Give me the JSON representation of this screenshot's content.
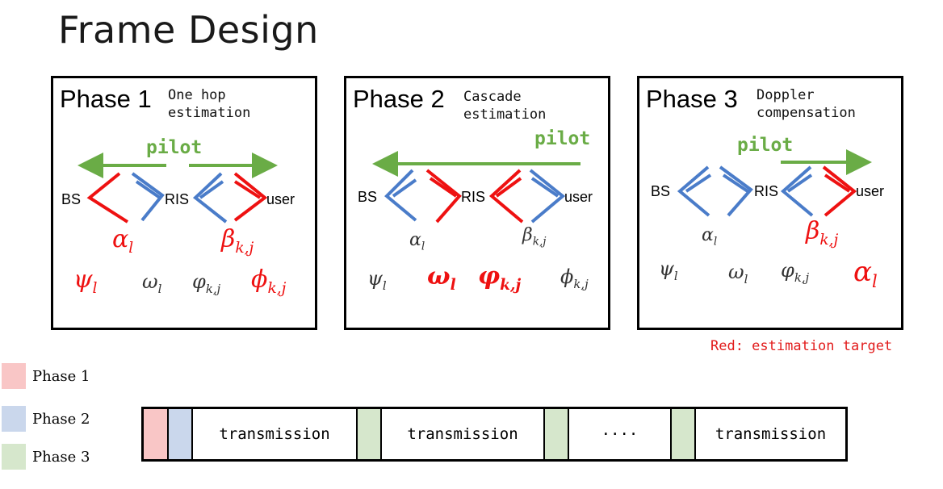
{
  "title": "Frame Design",
  "pilot_label": "pilot",
  "nodes": {
    "bs": "BS",
    "ris": "RIS",
    "user": "user"
  },
  "phases": [
    {
      "title": "Phase 1",
      "subtitle": "One hop\nestimation",
      "sym_top_left": "α",
      "sym_top_left_sub": "l",
      "sym_top_right": "β",
      "sym_top_right_sub": "k,j",
      "psi": "ψ",
      "psi_sub": "l",
      "omega": "ω",
      "omega_sub": "l",
      "varphi": "φ",
      "varphi_sub": "k,j",
      "phi": "ϕ",
      "phi_sub": "k,j",
      "last": "ϕ",
      "last_sub": "k,j"
    },
    {
      "title": "Phase 2",
      "subtitle": "Cascade\nestimation",
      "sym_top_left": "α",
      "sym_top_left_sub": "l",
      "sym_top_right": "β",
      "sym_top_right_sub": "k,j",
      "psi": "ψ",
      "psi_sub": "l",
      "omega": "ω",
      "omega_sub": "l",
      "varphi": "φ",
      "varphi_sub": "k,j",
      "last": "ϕ",
      "last_sub": "k,j"
    },
    {
      "title": "Phase 3",
      "subtitle": "Doppler\ncompensation",
      "sym_top_left": "α",
      "sym_top_left_sub": "l",
      "sym_top_right": "β",
      "sym_top_right_sub": "k,j",
      "psi": "ψ",
      "psi_sub": "l",
      "omega": "ω",
      "omega_sub": "l",
      "varphi": "φ",
      "varphi_sub": "k,j",
      "last": "α",
      "last_sub": "l"
    }
  ],
  "note": "Red: estimation target",
  "legend": [
    {
      "label": "Phase 1",
      "color": "#f9c6c6"
    },
    {
      "label": "Phase 2",
      "color": "#cad7ec"
    },
    {
      "label": "Phase 3",
      "color": "#d6e7cc"
    }
  ],
  "timeline": {
    "transmission": "transmission",
    "ellipsis": "····"
  },
  "colors": {
    "red": "#ee1111",
    "blue": "#4a7cc9",
    "green": "#6aac46"
  }
}
